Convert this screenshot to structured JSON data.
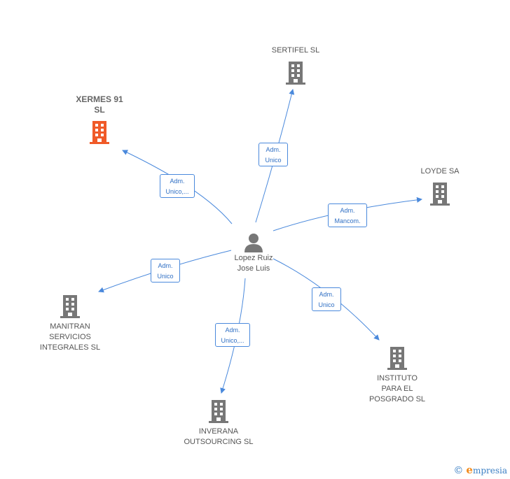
{
  "center": {
    "name": "Lopez Ruiz\nJose Luis",
    "icon": "person-icon"
  },
  "companies": [
    {
      "id": "xermes",
      "name": "XERMES 91\nSL",
      "highlight": true,
      "icon": "building-icon",
      "color": "#f05a28"
    },
    {
      "id": "sertifel",
      "name": "SERTIFEL  SL",
      "highlight": false,
      "icon": "building-icon",
      "color": "#777777"
    },
    {
      "id": "loyde",
      "name": "LOYDE SA",
      "highlight": false,
      "icon": "building-icon",
      "color": "#777777"
    },
    {
      "id": "manitran",
      "name": "MANITRAN\nSERVICIOS\nINTEGRALES SL",
      "highlight": false,
      "icon": "building-icon",
      "color": "#777777"
    },
    {
      "id": "instituto",
      "name": "INSTITUTO\nPARA EL\nPOSGRADO SL",
      "highlight": false,
      "icon": "building-icon",
      "color": "#777777"
    },
    {
      "id": "inverana",
      "name": "INVERANA\nOUTSOURCING SL",
      "highlight": false,
      "icon": "building-icon",
      "color": "#777777"
    }
  ],
  "edges": [
    {
      "to": "xermes",
      "label": "Adm.\nUnico,..."
    },
    {
      "to": "sertifel",
      "label": "Adm.\nUnico"
    },
    {
      "to": "loyde",
      "label": "Adm.\nMancom."
    },
    {
      "to": "manitran",
      "label": "Adm.\nUnico"
    },
    {
      "to": "instituto",
      "label": "Adm.\nUnico"
    },
    {
      "to": "inverana",
      "label": "Adm.\nUnico,..."
    }
  ],
  "colors": {
    "edge": "#4a89dc",
    "person": "#777777"
  },
  "watermark": {
    "symbol": "©",
    "brand_initial": "e",
    "brand_rest": "mpresia"
  }
}
